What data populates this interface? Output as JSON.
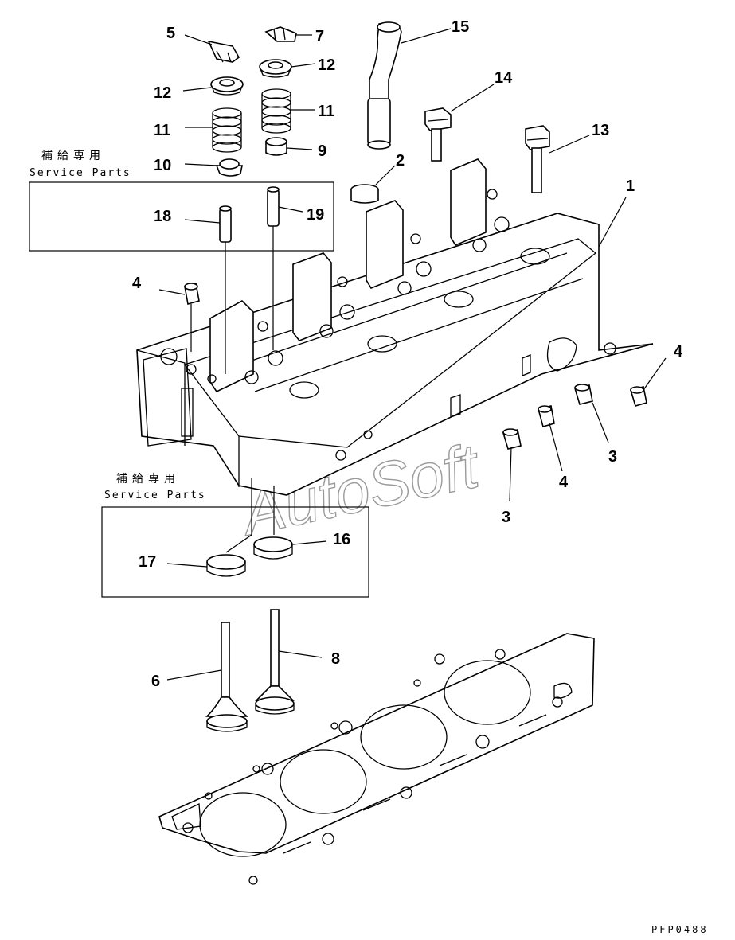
{
  "drawing_code": "PFP0488",
  "watermark": "AutoSoft",
  "service_boxes": [
    {
      "jp": "補給専用",
      "en": "Service Parts"
    },
    {
      "jp": "補給専用",
      "en": "Service Parts"
    }
  ],
  "callouts": {
    "c1": "1",
    "c2": "2",
    "c3a": "3",
    "c3b": "3",
    "c4a": "4",
    "c4b": "4",
    "c4c": "4",
    "c5": "5",
    "c6": "6",
    "c7": "7",
    "c8": "8",
    "c9": "9",
    "c10": "10",
    "c11a": "11",
    "c11b": "11",
    "c12a": "12",
    "c12b": "12",
    "c13": "13",
    "c14": "14",
    "c15": "15",
    "c16": "16",
    "c17": "17",
    "c18": "18",
    "c19": "19"
  }
}
